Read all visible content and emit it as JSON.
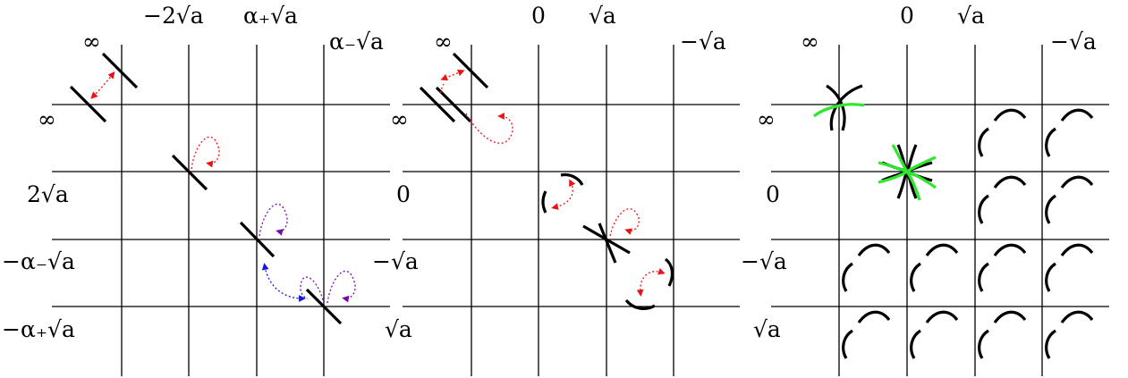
{
  "colors": {
    "grid": "#000000",
    "curve": "#000000",
    "red_orbit": "#e11111",
    "purple_orbit": "#7a0aa8",
    "blue_orbit": "#1515e0",
    "green_curve": "#2ee82e"
  },
  "panels": [
    {
      "id": "left",
      "col_labels": [
        "∞",
        "−2√a",
        "α₊√a",
        "α₋√a"
      ],
      "row_labels": [
        "∞",
        "2√a",
        "−α₋√a",
        "−α₊√a"
      ]
    },
    {
      "id": "middle",
      "col_labels": [
        "∞",
        "0",
        "√a",
        "−√a"
      ],
      "row_labels": [
        "∞",
        "0",
        "−√a",
        "√a"
      ]
    },
    {
      "id": "right",
      "col_labels": [
        "∞",
        "0",
        "√a",
        "−√a"
      ],
      "row_labels": [
        "∞",
        "0",
        "−√a",
        "√a"
      ]
    }
  ]
}
